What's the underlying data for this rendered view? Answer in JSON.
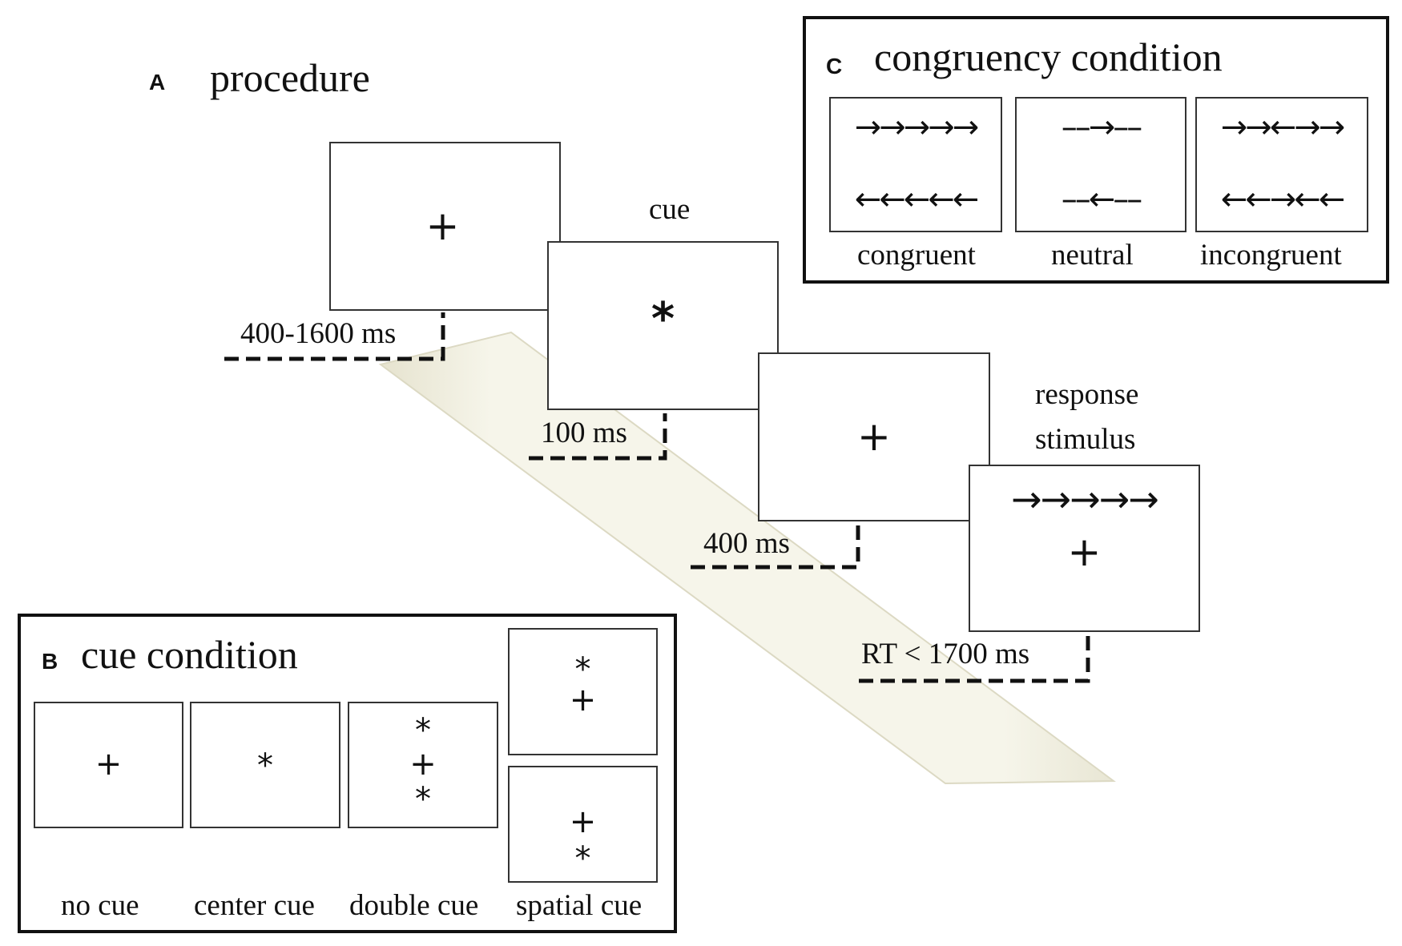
{
  "panel_a": {
    "letter": "A",
    "title": "procedure",
    "screens": [
      {
        "symbol": "+",
        "duration": "400-1600 ms"
      },
      {
        "label": "cue",
        "symbol": "*",
        "duration": "100 ms"
      },
      {
        "symbol": "+",
        "duration": "400 ms"
      },
      {
        "label_line1": "response",
        "label_line2": "stimulus",
        "arrows": "→→→→→",
        "symbol": "+",
        "duration": "RT < 1700 ms"
      }
    ]
  },
  "panel_b": {
    "letter": "B",
    "title": "cue condition",
    "conditions": [
      {
        "label": "no cue",
        "symbols": [
          "+"
        ]
      },
      {
        "label": "center cue",
        "symbols": [
          "*"
        ]
      },
      {
        "label": "double cue",
        "symbols": [
          "*",
          "+",
          "*"
        ]
      },
      {
        "label": "spatial cue",
        "upper": [
          "*",
          "+"
        ],
        "lower": [
          "+",
          "*"
        ]
      }
    ]
  },
  "panel_c": {
    "letter": "C",
    "title": "congruency condition",
    "conditions": [
      {
        "label": "congruent",
        "top": "→→→→→",
        "bottom": "←←←←←"
      },
      {
        "label": "neutral",
        "top": "––→––",
        "bottom": "––←––"
      },
      {
        "label": "incongruent",
        "top": "→→←→→",
        "bottom": "←←→←←"
      }
    ]
  },
  "colors": {
    "ribbon": "#f3f1e2",
    "line": "#111111",
    "box_border": "#333333"
  }
}
